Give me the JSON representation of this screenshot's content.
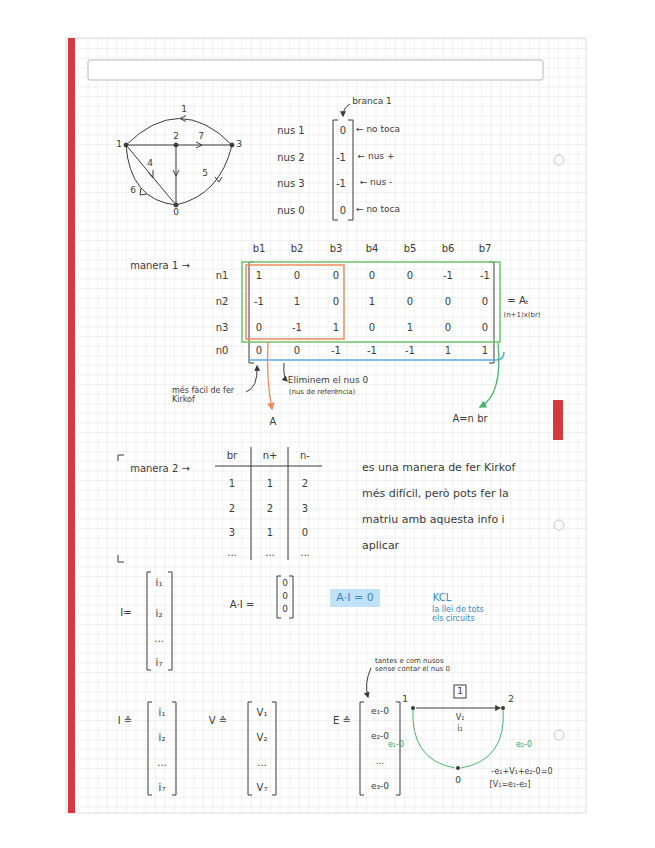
{
  "diagram": {
    "nodes": [
      {
        "text": [
          "A·I = 0"
        ]
      }
    ],
    "labels": [
      "1",
      "1",
      "2",
      "7",
      "3",
      "4",
      "5",
      "6",
      "0",
      "branca 1",
      "nus 1",
      "0",
      "← no toca",
      "nus 2",
      "-1",
      "← nus +",
      "nus 3",
      "-1",
      "← nus -",
      "nus 0",
      "0",
      "← no toca",
      "manera 1 →",
      "b1",
      "b2",
      "b3",
      "b4",
      "b5",
      "b6",
      "b7",
      "n1",
      "1",
      "0",
      "0",
      "0",
      "0",
      "-1",
      "-1",
      "n2",
      "-1",
      "1",
      "0",
      "1",
      "0",
      "0",
      "0",
      "n3",
      "0",
      "-1",
      "1",
      "0",
      "1",
      "0",
      "0",
      "n0",
      "0",
      "0",
      "-1",
      "-1",
      "-1",
      "1",
      "1",
      "= Aₜ",
      "(n+1)x(br)",
      "més fàcil de fer Kirkof",
      "Eliminem el nus 0",
      "(nus de referència)",
      "A",
      "A=n br",
      "manera 2 →",
      "br",
      "n+",
      "n-",
      "1",
      "1",
      "2",
      "2",
      "2",
      "3",
      "3",
      "1",
      "0",
      "...",
      "...",
      "...",
      "es una manera de fer Kirkof més difícil, però pots fer la matriu amb aquesta info i aplicar",
      "I=",
      "i₁",
      "i₂",
      "...",
      "i₇",
      "A·I =",
      "0",
      "0",
      "0",
      "KCL",
      "la llei de tots els circuits",
      "I ≙",
      "i₁",
      "i₂",
      "...",
      "i₇",
      "V ≙",
      "V₁",
      "V₂",
      "...",
      "V₇",
      "E ≙",
      "e₁-0",
      "e₂-0",
      "...",
      "e₃-0",
      "tantes e com nusos sense contar el nus 0",
      "1",
      "2",
      "1",
      "V₁",
      "i₁",
      "e₁-0",
      "e₂-0",
      "0",
      "-e₁+V₁+e₂-0=0",
      "[V₁=e₁-e₂]"
    ]
  }
}
